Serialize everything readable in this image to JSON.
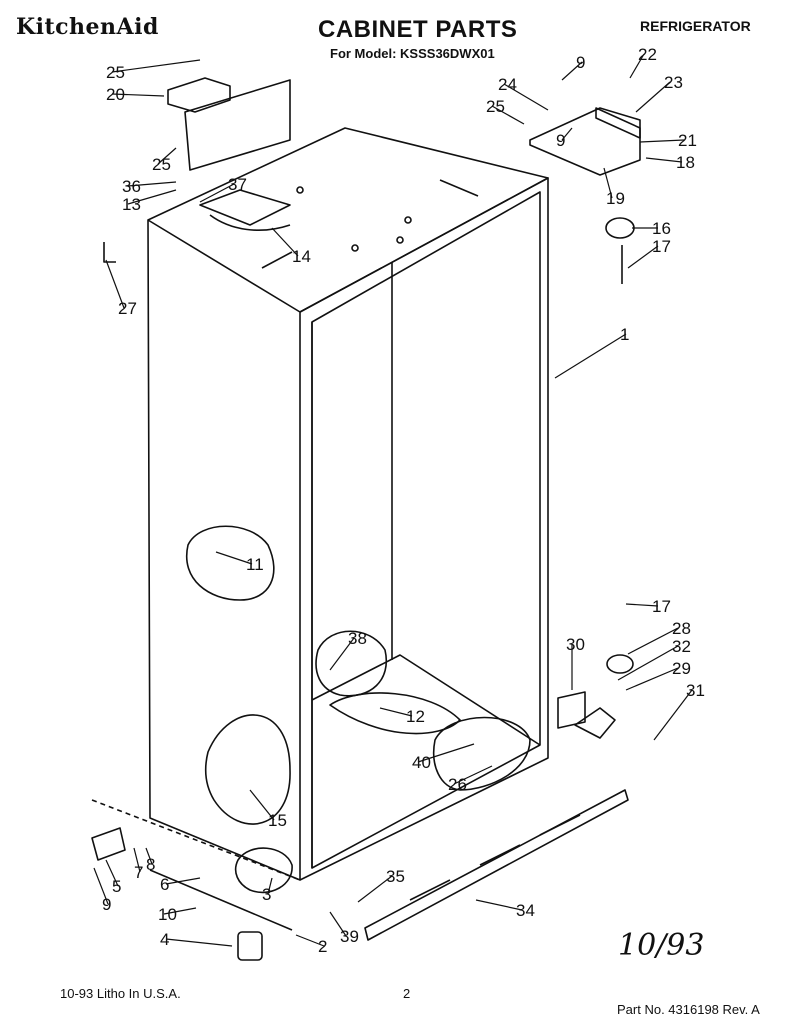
{
  "header": {
    "brand": "KitchenAid",
    "title": "CABINET PARTS",
    "model": "For Model: KSSS36DWX01",
    "appliance": "REFRIGERATOR"
  },
  "footer": {
    "litho": "10-93 Litho In U.S.A.",
    "page": "2",
    "part_number": "Part No. 4316198 Rev. A",
    "handwritten_date": "10/93"
  },
  "callouts": [
    "1",
    "2",
    "3",
    "4",
    "5",
    "6",
    "7",
    "8",
    "9",
    "9",
    "9",
    "10",
    "11",
    "12",
    "13",
    "14",
    "15",
    "16",
    "17",
    "17",
    "18",
    "19",
    "20",
    "21",
    "22",
    "23",
    "24",
    "25",
    "25",
    "25",
    "26",
    "27",
    "28",
    "29",
    "30",
    "31",
    "32",
    "34",
    "35",
    "36",
    "37",
    "38",
    "39",
    "40"
  ]
}
